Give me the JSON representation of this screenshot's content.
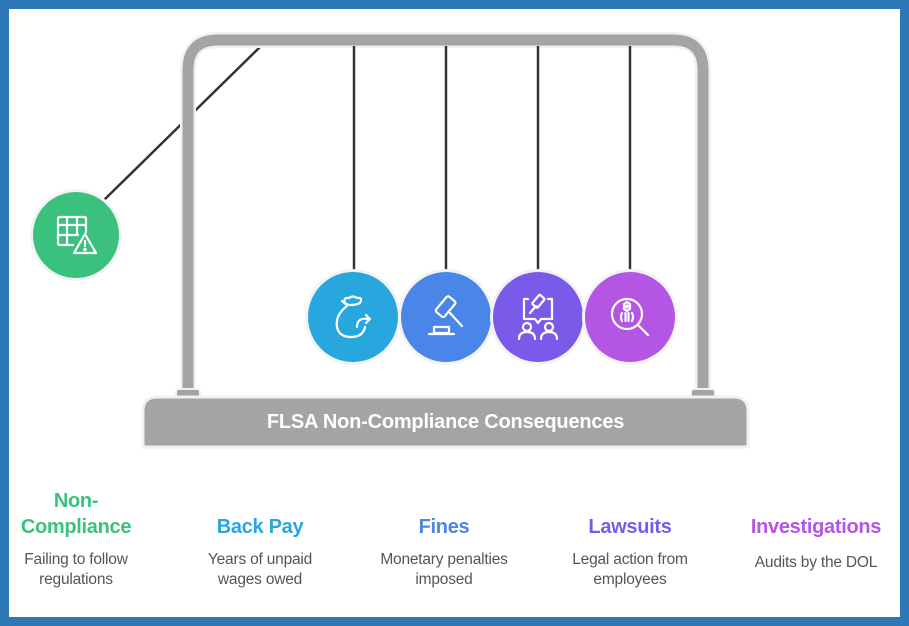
{
  "diagram": {
    "title": "FLSA Non-Compliance Consequences",
    "type": "newtons-cradle",
    "colors": {
      "border": "#2e77b5",
      "frame": "#a4a4a4",
      "string": "#333333"
    }
  },
  "items": [
    {
      "title": "Non-Compliance",
      "title_line1": "Non-",
      "title_line2": "Compliance",
      "description": "Failing to follow regulations",
      "icon": "grid-warning-icon",
      "color": "#3ac17e",
      "position": "swung-out"
    },
    {
      "title": "Back Pay",
      "description": "Years of unpaid wages owed",
      "icon": "money-bag-arrow-icon",
      "color": "#27a7dd"
    },
    {
      "title": "Fines",
      "description": "Monetary penalties imposed",
      "icon": "gavel-icon",
      "color": "#4a86e8"
    },
    {
      "title": "Lawsuits",
      "description": "Legal action from employees",
      "icon": "people-dispute-icon",
      "color": "#7a5ae8"
    },
    {
      "title": "Investigations",
      "description": "Audits by the DOL",
      "icon": "magnifier-inspect-icon",
      "color": "#b455e3"
    }
  ]
}
